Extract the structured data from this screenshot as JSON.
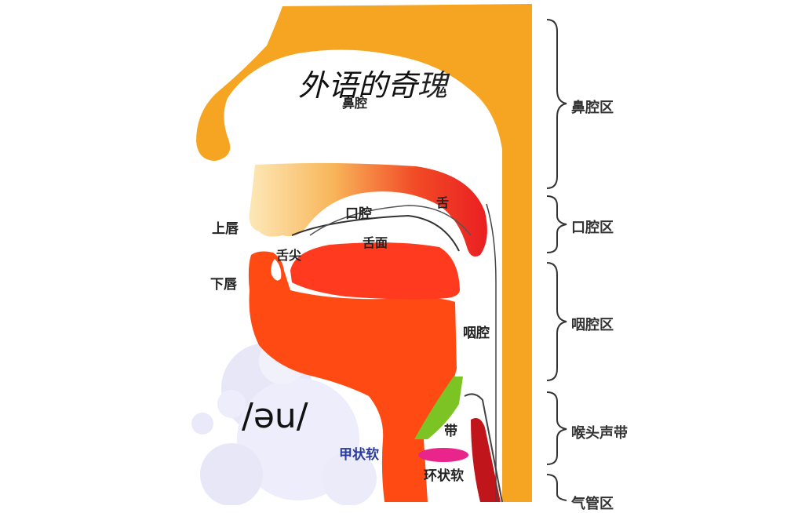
{
  "title": "外语的奇",
  "title_trailing": "瑰",
  "phoneme": "/əu/",
  "labels": {
    "nasal_cavity": "鼻腔",
    "upper_lip": "上唇",
    "lower_lip": "下唇",
    "oral_cavity": "口腔",
    "tongue_tip": "舌尖",
    "tongue_face": "舌面",
    "tongue_root": "舌",
    "pharynx": "咽腔",
    "vocal_cords": "带",
    "thyroid": "甲状软",
    "cricoid": "环状软"
  },
  "regions": {
    "nasal": "鼻腔区",
    "oral": "口腔区",
    "pharyngeal": "咽腔区",
    "larynx": "喉头声带",
    "trachea": "气管区"
  },
  "colors": {
    "nose_head": "#f6a523",
    "tongue": "#ff3a1e",
    "jaw": "#ff4a14",
    "palate": "#ef2a22",
    "green": "#7cc424",
    "pink": "#e9258b",
    "dark_red": "#c0151a",
    "bubble": "#c8c8f0"
  }
}
